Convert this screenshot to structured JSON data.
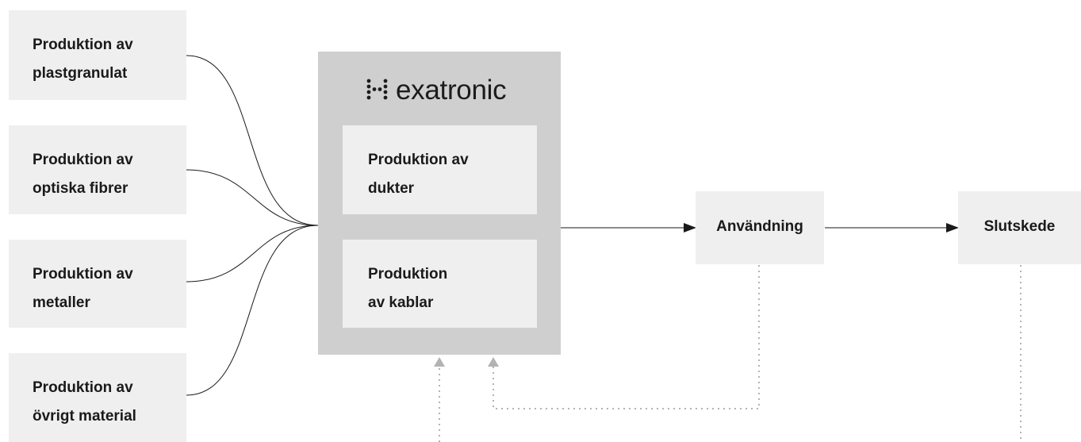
{
  "sources": [
    {
      "id": "granulat",
      "label": "Produktion av\nplastgranulat"
    },
    {
      "id": "fibrer",
      "label": "Produktion av\noptiska fibrer"
    },
    {
      "id": "metaller",
      "label": "Produktion av\nmetaller"
    },
    {
      "id": "ovrigt",
      "label": "Produktion av\növrigt material"
    }
  ],
  "hexatronic": {
    "logo_text": "exatronic",
    "logo_alt": "Hexatronic",
    "inner": [
      {
        "id": "dukter",
        "label": "Produktion av\ndukter"
      },
      {
        "id": "kablar",
        "label": "Produktion\nav kablar"
      }
    ]
  },
  "stages": [
    {
      "id": "anvandning",
      "label": "Användning"
    },
    {
      "id": "slutskede",
      "label": "Slutskede"
    }
  ],
  "colors": {
    "box_fill": "#efefef",
    "frame_fill": "#cfcfcf",
    "line": "#1a1a1a",
    "recycle_line": "#b3b3b3"
  }
}
